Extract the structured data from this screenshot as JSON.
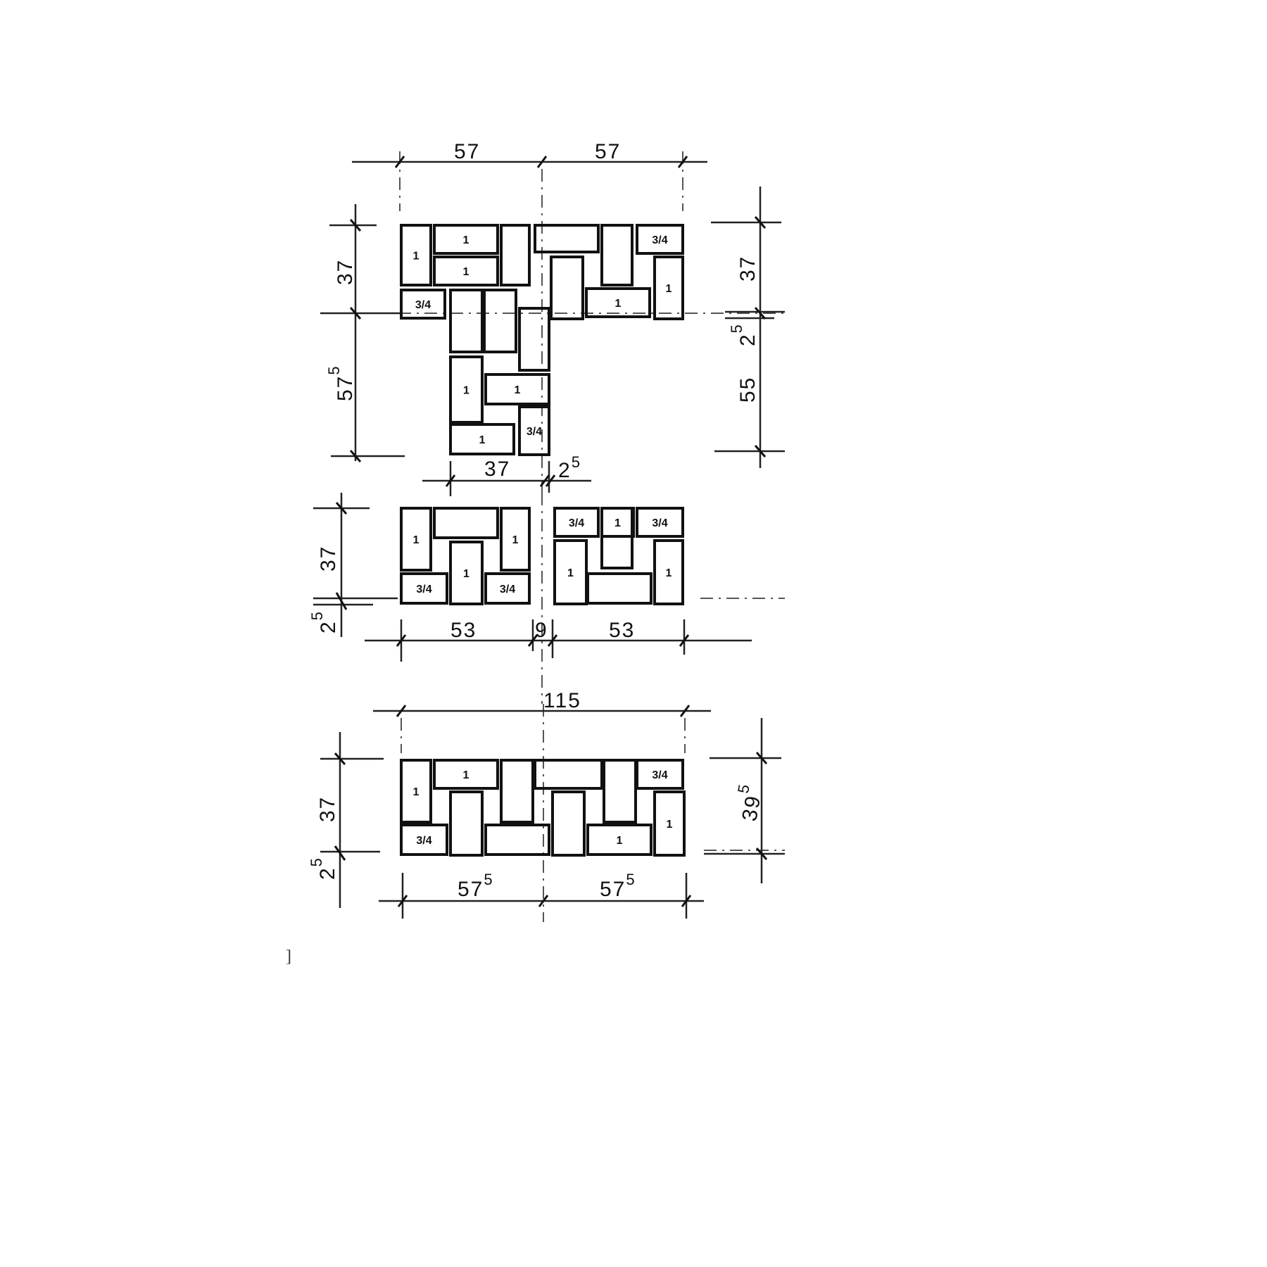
{
  "top_plan": {
    "dim_top_left": "57",
    "dim_top_right": "57",
    "dim_left_upper": "37",
    "dim_left_lower_main": "57",
    "dim_left_lower_sup": "5",
    "dim_right_upper": "37",
    "dim_right_gap_main": "2",
    "dim_right_gap_sup": "5",
    "dim_right_lower": "55",
    "dim_bottom_stem": "37",
    "dim_bottom_gap_main": "2",
    "dim_bottom_gap_sup": "5",
    "brick_labels": [
      "1",
      "1",
      "1",
      "",
      "",
      "",
      "3/4",
      "",
      "1",
      "1",
      "3/4",
      "",
      "",
      "",
      "1",
      "1",
      "1",
      "3/4"
    ]
  },
  "middle_plan": {
    "dim_left_height": "37",
    "dim_left_gap_main": "2",
    "dim_left_gap_sup": "5",
    "dim_bottom_left": "53",
    "dim_bottom_middle": "9",
    "dim_bottom_right": "53",
    "brick_labels": [
      "1",
      "",
      "1",
      "3/4",
      "1",
      "3/4",
      "3/4",
      "1",
      "3/4",
      "1",
      "",
      "",
      "1"
    ]
  },
  "bottom_plan": {
    "dim_total": "115",
    "dim_left_height": "37",
    "dim_left_gap_main": "2",
    "dim_left_gap_sup": "5",
    "dim_right_main": "39",
    "dim_right_sup": "5",
    "dim_bottom_left_main": "57",
    "dim_bottom_left_sup": "5",
    "dim_bottom_right_main": "57",
    "dim_bottom_right_sup": "5",
    "brick_labels": [
      "1",
      "1",
      "",
      "",
      "",
      "3/4",
      "3/4",
      "",
      "",
      "",
      "1",
      "1"
    ]
  },
  "stray_mark": "]"
}
